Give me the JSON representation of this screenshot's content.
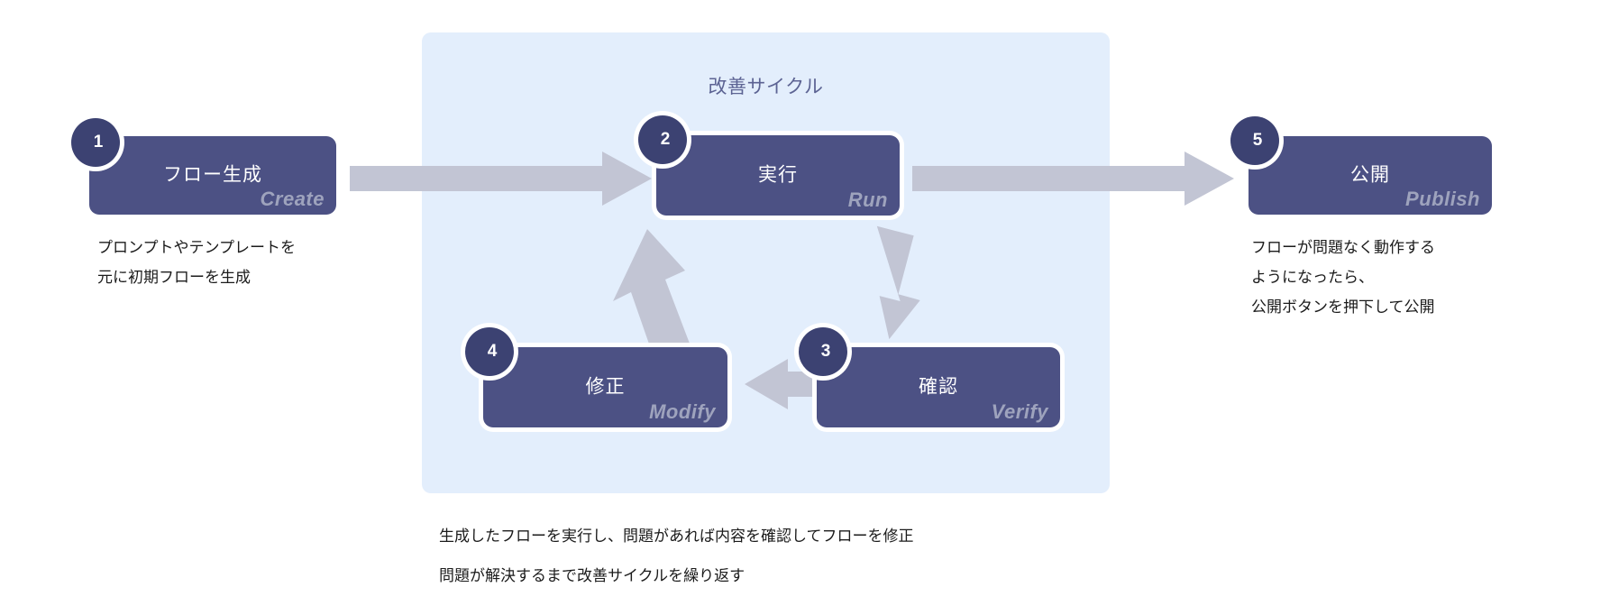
{
  "diagram": {
    "cycle_panel": {
      "title": "改善サイクル",
      "panel_color": "#e3eefc",
      "title_color": "#5c6393"
    },
    "palette": {
      "box_fill": "#4c5184",
      "badge_fill": "#3c4272",
      "arrow_gray": "#c2c5d4",
      "en_label": "#9ea3bd",
      "text_white": "#ffffff",
      "caption_text": "#1b1b1b",
      "page_background": "#ffffff"
    },
    "steps": [
      {
        "number": "1",
        "label_jp": "フロー生成",
        "label_en": "Create",
        "in_cycle": false
      },
      {
        "number": "2",
        "label_jp": "実行",
        "label_en": "Run",
        "in_cycle": true
      },
      {
        "number": "3",
        "label_jp": "確認",
        "label_en": "Verify",
        "in_cycle": true
      },
      {
        "number": "4",
        "label_jp": "修正",
        "label_en": "Modify",
        "in_cycle": true
      },
      {
        "number": "5",
        "label_jp": "公開",
        "label_en": "Publish",
        "in_cycle": false
      }
    ],
    "captions": {
      "left": [
        "プロンプトやテンプレートを",
        "元に初期フローを生成"
      ],
      "right": [
        "フローが問題なく動作する",
        "ようになったら、",
        "公開ボタンを押下して公開"
      ],
      "bottom": [
        "生成したフローを実行し、問題があれば内容を確認してフローを修正",
        "問題が解決するまで改善サイクルを繰り返す"
      ]
    },
    "arrows": [
      {
        "name": "create-to-run",
        "direction": "right"
      },
      {
        "name": "run-to-publish",
        "direction": "right"
      },
      {
        "name": "run-to-verify",
        "direction": "down-right"
      },
      {
        "name": "verify-to-modify",
        "direction": "left"
      },
      {
        "name": "modify-to-run",
        "direction": "up-right"
      }
    ]
  }
}
